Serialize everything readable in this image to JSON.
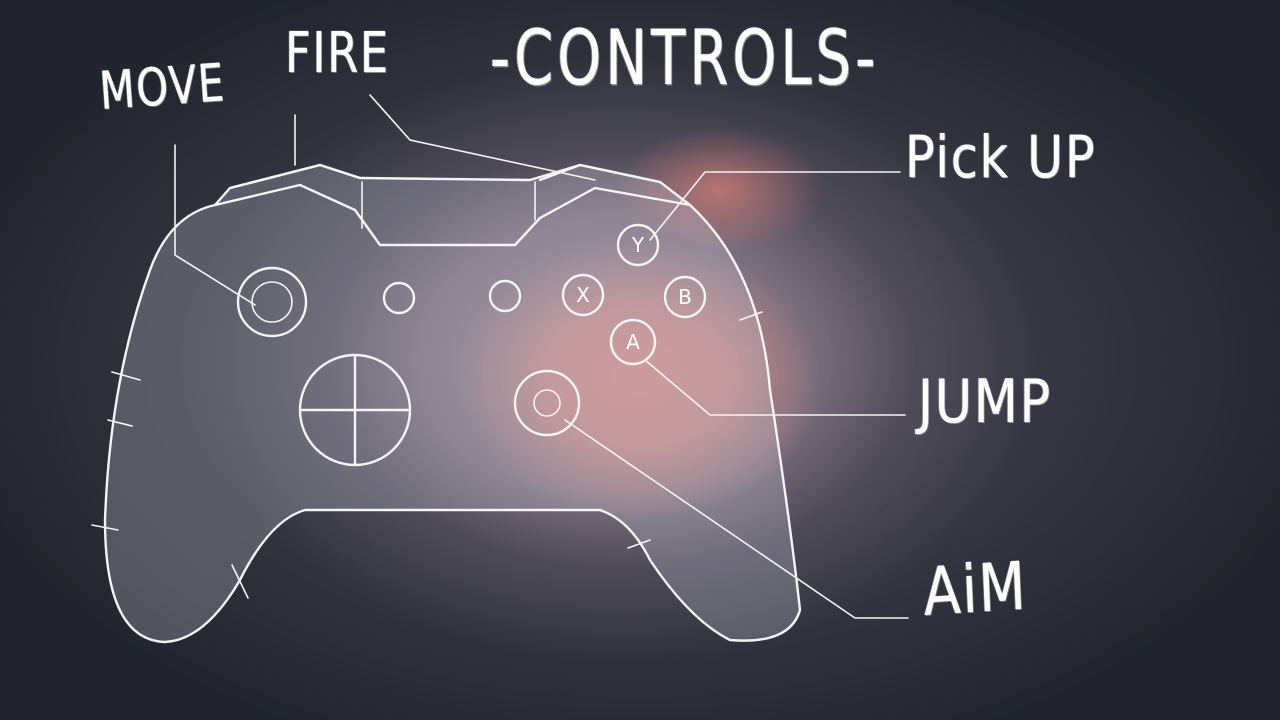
{
  "screen": {
    "title": "-CONTROLS-"
  },
  "labels": {
    "move": "MOVE",
    "fire": "FIRE",
    "pick_up": "Pick UP",
    "jump": "JUMP",
    "aim": "AiM"
  },
  "face_buttons": {
    "y": "Y",
    "x": "X",
    "b": "B",
    "a": "A"
  },
  "colors": {
    "chalk": "#f4f4f4",
    "accent_glow": "#d08a86"
  },
  "icons": [
    "controller-icon",
    "left-stick-icon",
    "right-stick-icon",
    "dpad-icon"
  ]
}
